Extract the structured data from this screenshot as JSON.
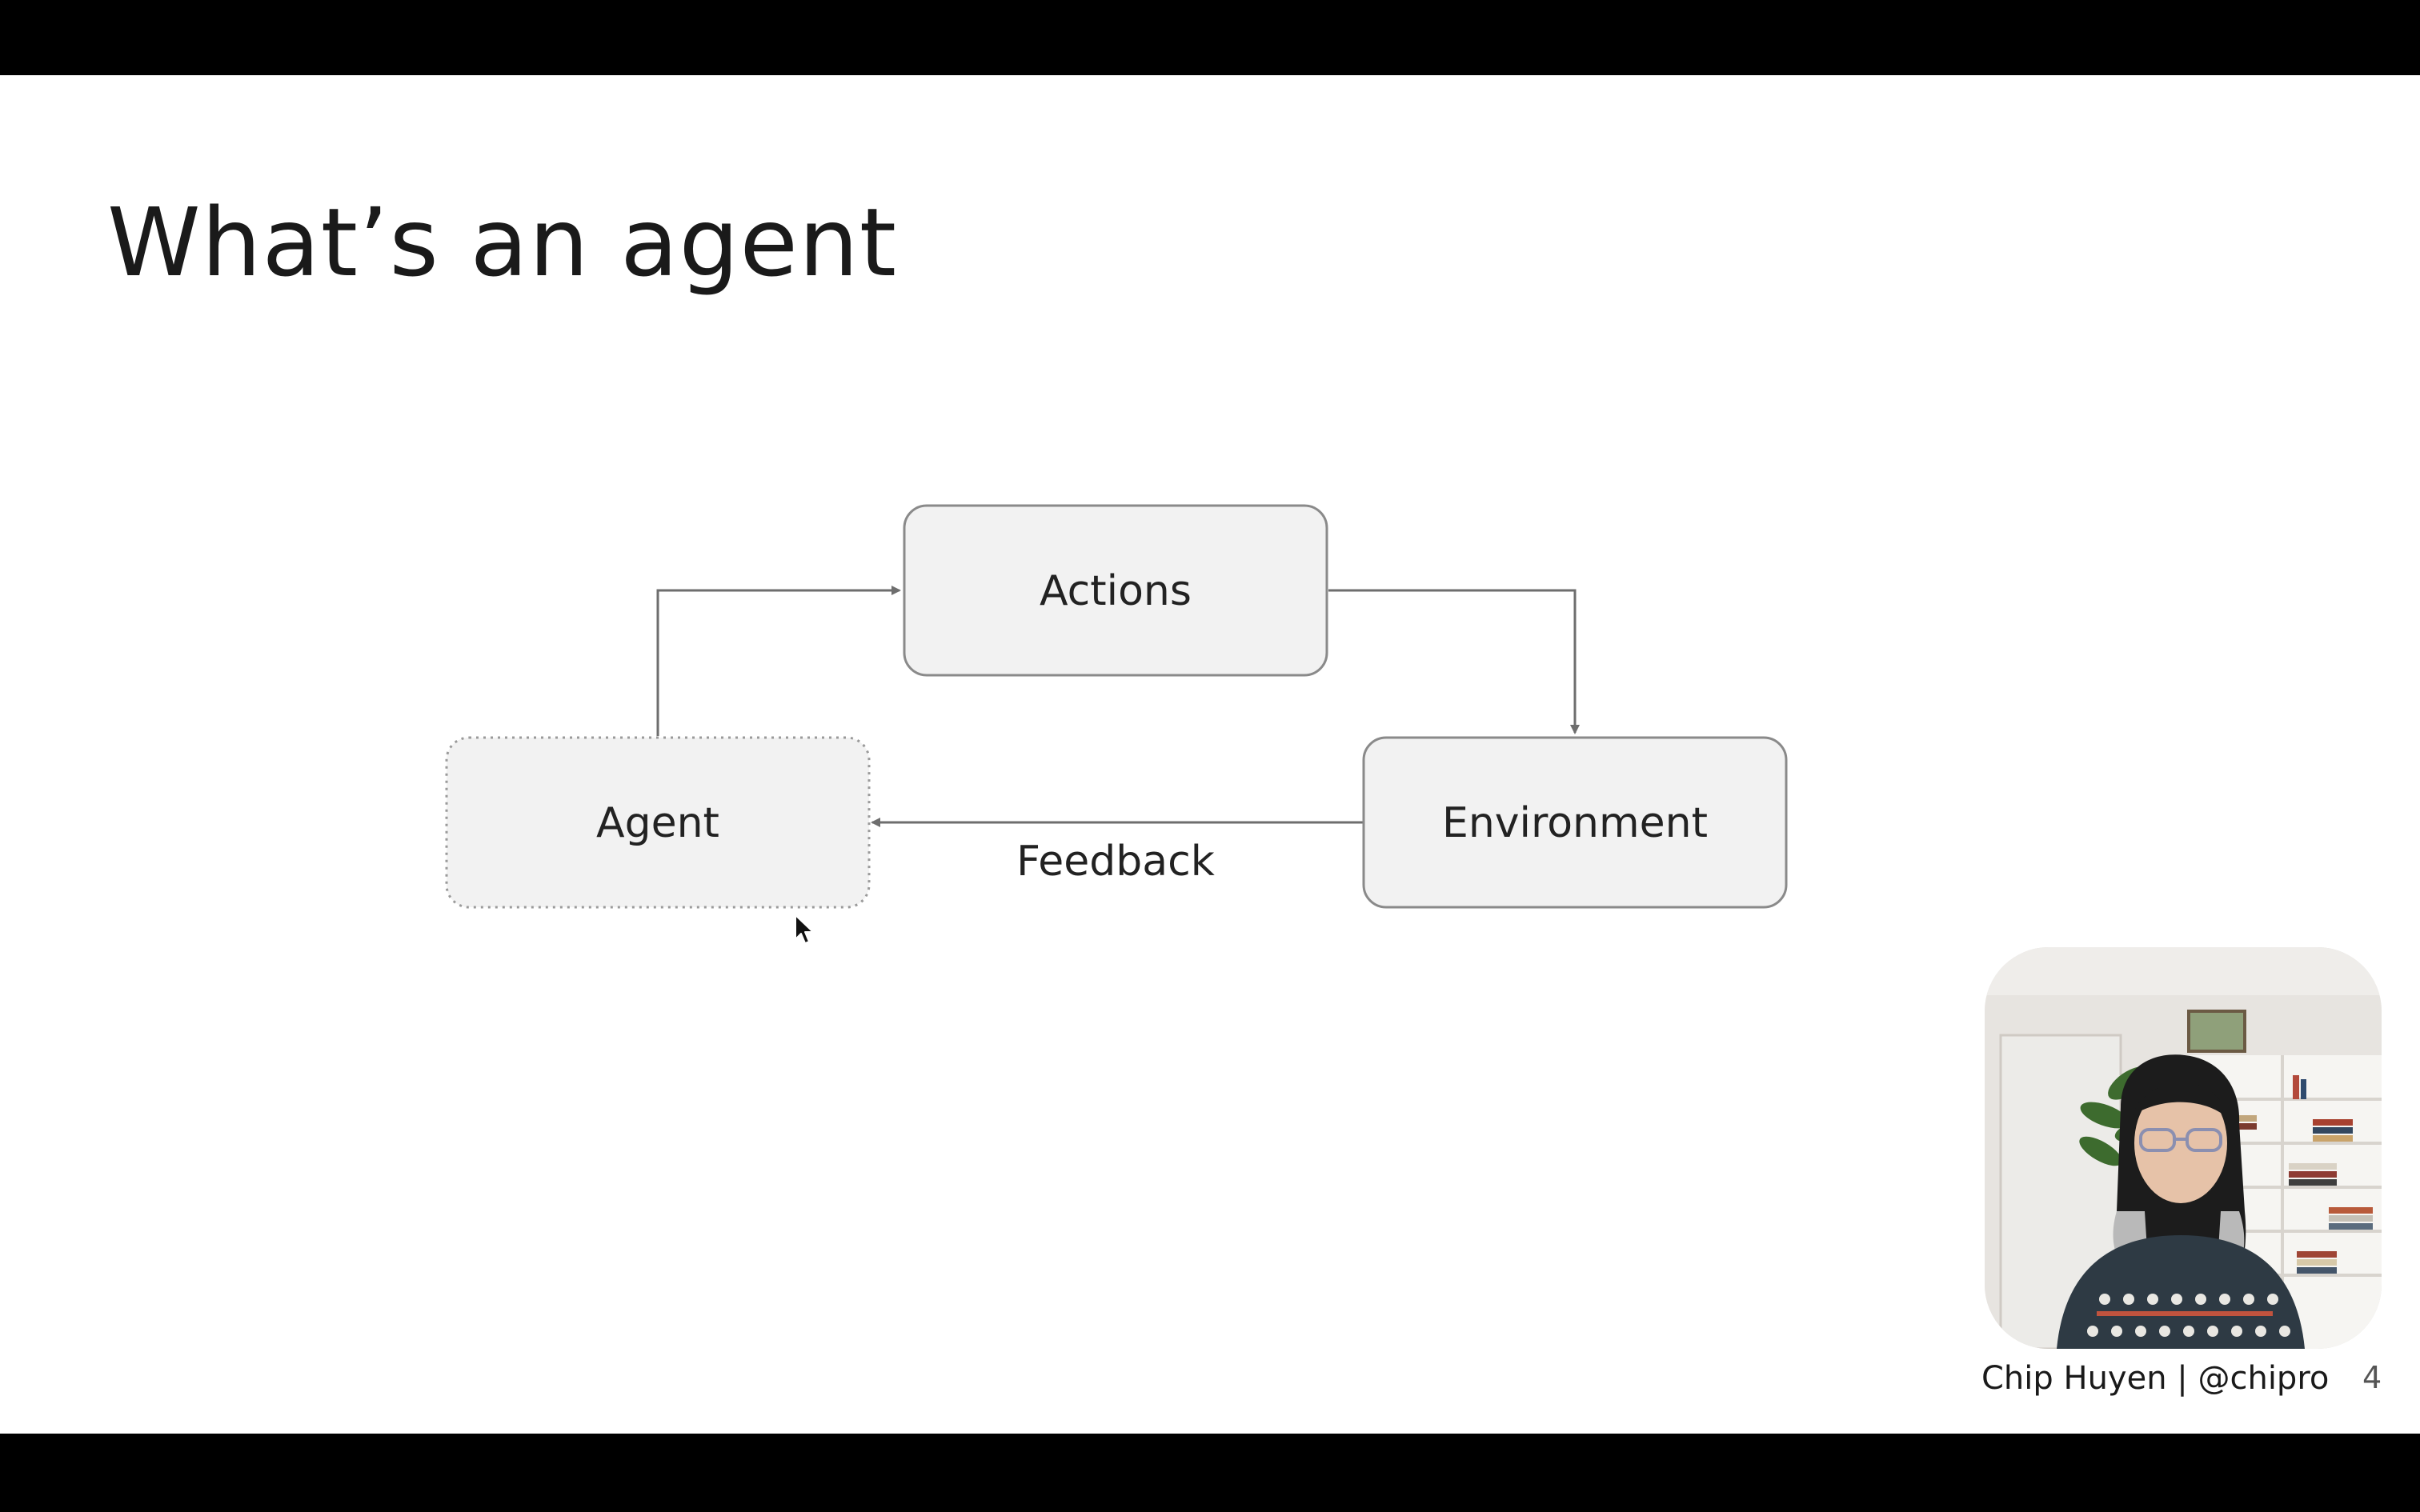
{
  "slide": {
    "title": "What’s an agent",
    "footer_credit": "Chip Huyen | @chipro",
    "page_number": "4"
  },
  "diagram": {
    "nodes": {
      "actions": "Actions",
      "agent": "Agent",
      "environment": "Environment"
    },
    "edges": {
      "feedback": "Feedback"
    },
    "colors": {
      "node_fill": "#f2f2f2",
      "node_stroke": "#8a8a8a",
      "arrow": "#6e6e6e"
    }
  },
  "overlay": {
    "webcam_icon": "presenter-webcam-video",
    "cursor_icon": "mouse-pointer-icon"
  }
}
